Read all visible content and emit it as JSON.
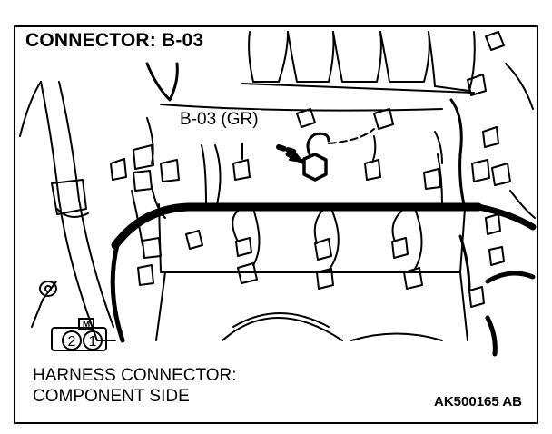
{
  "title": "CONNECTOR: B-03",
  "callout": "B-03 (GR)",
  "caption": {
    "line1": "HARNESS CONNECTOR:",
    "line2": "COMPONENT SIDE"
  },
  "figure_code": "AK500165 AB",
  "connector_key": "M",
  "pins": [
    "2",
    "1"
  ]
}
